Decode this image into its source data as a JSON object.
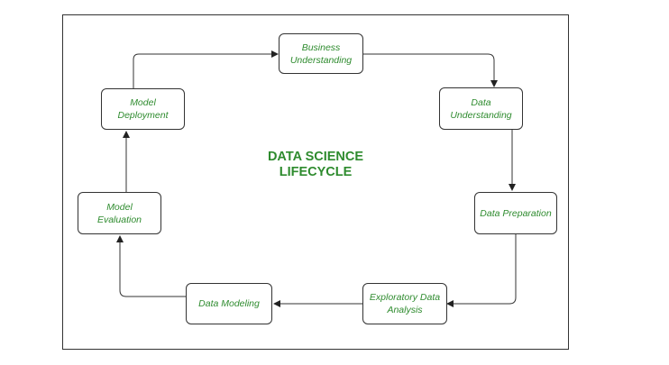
{
  "title": "DATA SCIENCE\nLIFECYCLE",
  "colors": {
    "text": "#2e8b2e",
    "border": "#333333"
  },
  "nodes": [
    {
      "id": "business-understanding",
      "label": "Business\nUnderstanding"
    },
    {
      "id": "data-understanding",
      "label": "Data\nUnderstanding"
    },
    {
      "id": "data-preparation",
      "label": "Data Preparation"
    },
    {
      "id": "exploratory-data-analysis",
      "label": "Exploratory Data\nAnalysis"
    },
    {
      "id": "data-modeling",
      "label": "Data Modeling"
    },
    {
      "id": "model-evaluation",
      "label": "Model\nEvaluation"
    },
    {
      "id": "model-deployment",
      "label": "Model\nDeployment"
    }
  ],
  "edges": [
    {
      "from": "business-understanding",
      "to": "data-understanding"
    },
    {
      "from": "data-understanding",
      "to": "data-preparation"
    },
    {
      "from": "data-preparation",
      "to": "exploratory-data-analysis"
    },
    {
      "from": "exploratory-data-analysis",
      "to": "data-modeling"
    },
    {
      "from": "data-modeling",
      "to": "model-evaluation"
    },
    {
      "from": "model-evaluation",
      "to": "model-deployment"
    },
    {
      "from": "model-deployment",
      "to": "business-understanding"
    }
  ]
}
